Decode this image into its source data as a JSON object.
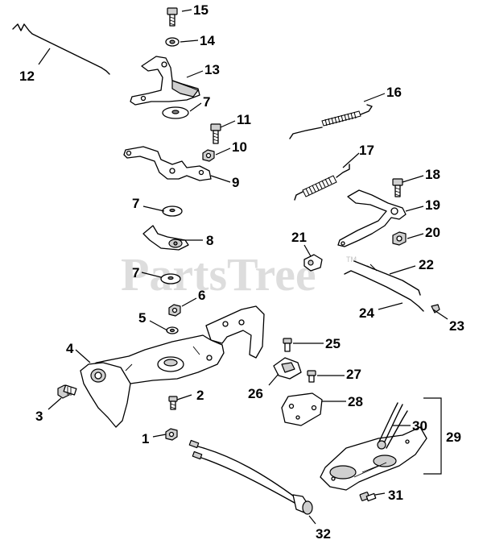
{
  "watermark": {
    "text": "PartsTree",
    "mark": "TM"
  },
  "callouts": [
    {
      "id": "c1",
      "label": "1"
    },
    {
      "id": "c2",
      "label": "2"
    },
    {
      "id": "c3",
      "label": "3"
    },
    {
      "id": "c4",
      "label": "4"
    },
    {
      "id": "c5",
      "label": "5"
    },
    {
      "id": "c6",
      "label": "6"
    },
    {
      "id": "c7a",
      "label": "7"
    },
    {
      "id": "c7b",
      "label": "7"
    },
    {
      "id": "c7c",
      "label": "7"
    },
    {
      "id": "c8",
      "label": "8"
    },
    {
      "id": "c9",
      "label": "9"
    },
    {
      "id": "c10",
      "label": "10"
    },
    {
      "id": "c11",
      "label": "11"
    },
    {
      "id": "c12",
      "label": "12"
    },
    {
      "id": "c13",
      "label": "13"
    },
    {
      "id": "c14",
      "label": "14"
    },
    {
      "id": "c15",
      "label": "15"
    },
    {
      "id": "c16",
      "label": "16"
    },
    {
      "id": "c17",
      "label": "17"
    },
    {
      "id": "c18",
      "label": "18"
    },
    {
      "id": "c19",
      "label": "19"
    },
    {
      "id": "c20",
      "label": "20"
    },
    {
      "id": "c21",
      "label": "21"
    },
    {
      "id": "c22",
      "label": "22"
    },
    {
      "id": "c23",
      "label": "23"
    },
    {
      "id": "c24",
      "label": "24"
    },
    {
      "id": "c25",
      "label": "25"
    },
    {
      "id": "c26",
      "label": "26"
    },
    {
      "id": "c27",
      "label": "27"
    },
    {
      "id": "c28",
      "label": "28"
    },
    {
      "id": "c29",
      "label": "29"
    },
    {
      "id": "c30",
      "label": "30"
    },
    {
      "id": "c31",
      "label": "31"
    },
    {
      "id": "c32",
      "label": "32"
    }
  ]
}
